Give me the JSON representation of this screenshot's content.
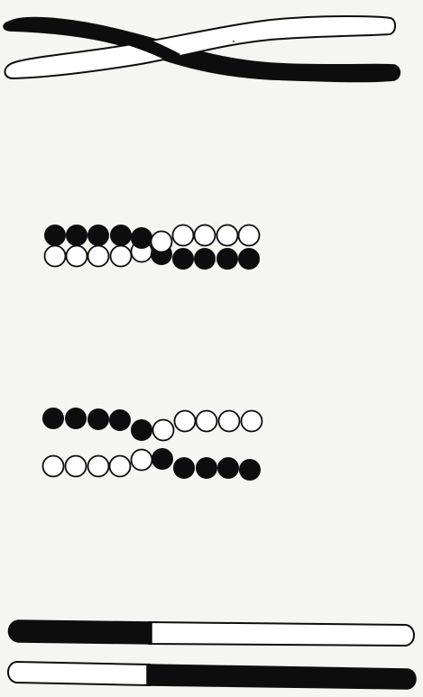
{
  "figure": {
    "colors": {
      "paper": "#f5f5f2",
      "black": "#0d0d0d",
      "white": "#ffffff",
      "outline": "#111111"
    },
    "panels": [
      {
        "id": "crossing-chromatids",
        "description_visible_text": ""
      },
      {
        "id": "bead-pairing-1",
        "top_row": [
          "black",
          "black",
          "black",
          "black",
          "black",
          "white",
          "white",
          "white",
          "white",
          "white"
        ],
        "bottom_row": [
          "white",
          "white",
          "white",
          "white",
          "white",
          "black",
          "black",
          "black",
          "black",
          "black"
        ]
      },
      {
        "id": "bead-pairing-2",
        "top_row": [
          "black",
          "black",
          "black",
          "black",
          "black",
          "white",
          "white",
          "white",
          "white",
          "white"
        ],
        "bottom_row": [
          "white",
          "white",
          "white",
          "white",
          "white",
          "black",
          "black",
          "black",
          "black",
          "black"
        ]
      },
      {
        "id": "recombinant-chromosomes",
        "description_visible_text": ""
      }
    ]
  }
}
